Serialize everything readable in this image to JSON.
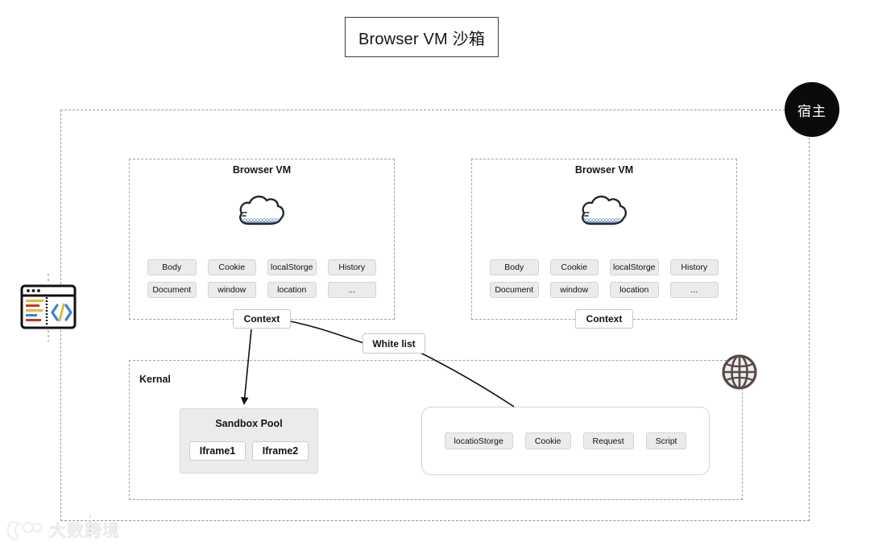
{
  "title": {
    "text": "Browser VM 沙箱"
  },
  "host": {
    "badge_label": "宿主",
    "badge_color": "#0b0b0b"
  },
  "browser_vms": [
    {
      "title": "Browser VM",
      "icon": "cloud-icon",
      "pills": [
        "Body",
        "Cookie",
        "localStorge",
        "History",
        "Document",
        "window",
        "location",
        "..."
      ],
      "context_label": "Context"
    },
    {
      "title": "Browser VM",
      "icon": "cloud-icon",
      "pills": [
        "Body",
        "Cookie",
        "localStorge",
        "History",
        "Document",
        "window",
        "location",
        "..."
      ],
      "context_label": "Context"
    }
  ],
  "kernal": {
    "label": "Kernal",
    "sandbox_pool": {
      "title": "Sandbox Pool",
      "iframes": [
        "Iframe1",
        "Iframe2"
      ]
    },
    "resources": [
      "locatioStorge",
      "Cookie",
      "Request",
      "Script"
    ]
  },
  "white_list": {
    "label": "White list"
  },
  "icons": {
    "globe": "globe-icon",
    "browser": "browser-code-window-icon",
    "cloud": "cloud-icon"
  },
  "watermark": {
    "text": "大数跨境"
  },
  "colors": {
    "pill_fill": "#ebebeb",
    "pill_border": "#bdbdbd",
    "dashed_border": "#a2a2a2",
    "host_badge": "#0b0b0b",
    "cloud_band": "#7d9cc4",
    "code_accent": "#3b82d6",
    "globe": "#564a4a"
  }
}
